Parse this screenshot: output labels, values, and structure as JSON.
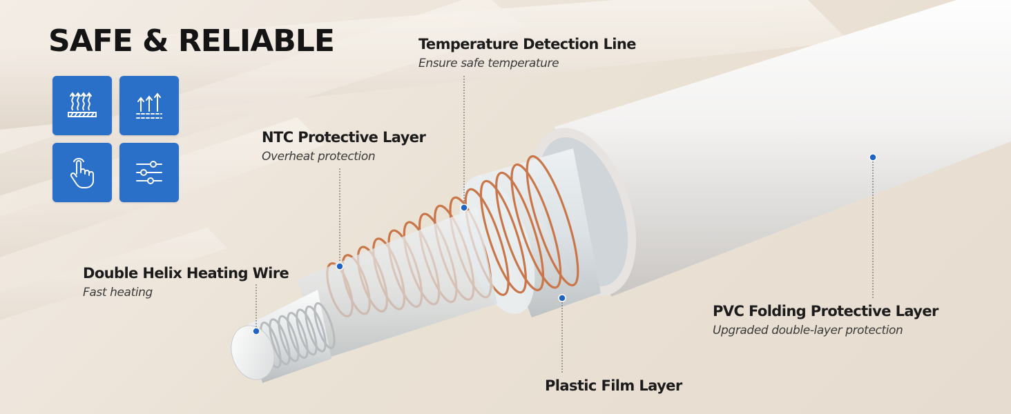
{
  "title": "SAFE & RELIABLE",
  "icons": [
    {
      "name": "heat-waves-icon"
    },
    {
      "name": "rising-arrows-icon"
    },
    {
      "name": "touch-hand-icon"
    },
    {
      "name": "sliders-icon"
    }
  ],
  "colors": {
    "accent": "#2a6fc8",
    "marker": "#1f63c4",
    "copper": "#c8764a",
    "text": "#1b1b1b"
  },
  "callouts": {
    "temperature": {
      "title": "Temperature Detection Line",
      "subtitle": "Ensure safe temperature"
    },
    "ntc": {
      "title": "NTC Protective Layer",
      "subtitle": "Overheat protection"
    },
    "wire": {
      "title": "Double Helix Heating Wire",
      "subtitle": "Fast heating"
    },
    "pvc": {
      "title": "PVC Folding Protective Layer",
      "subtitle": "Upgraded double-layer protection"
    },
    "film": {
      "title": "Plastic Film Layer"
    }
  }
}
